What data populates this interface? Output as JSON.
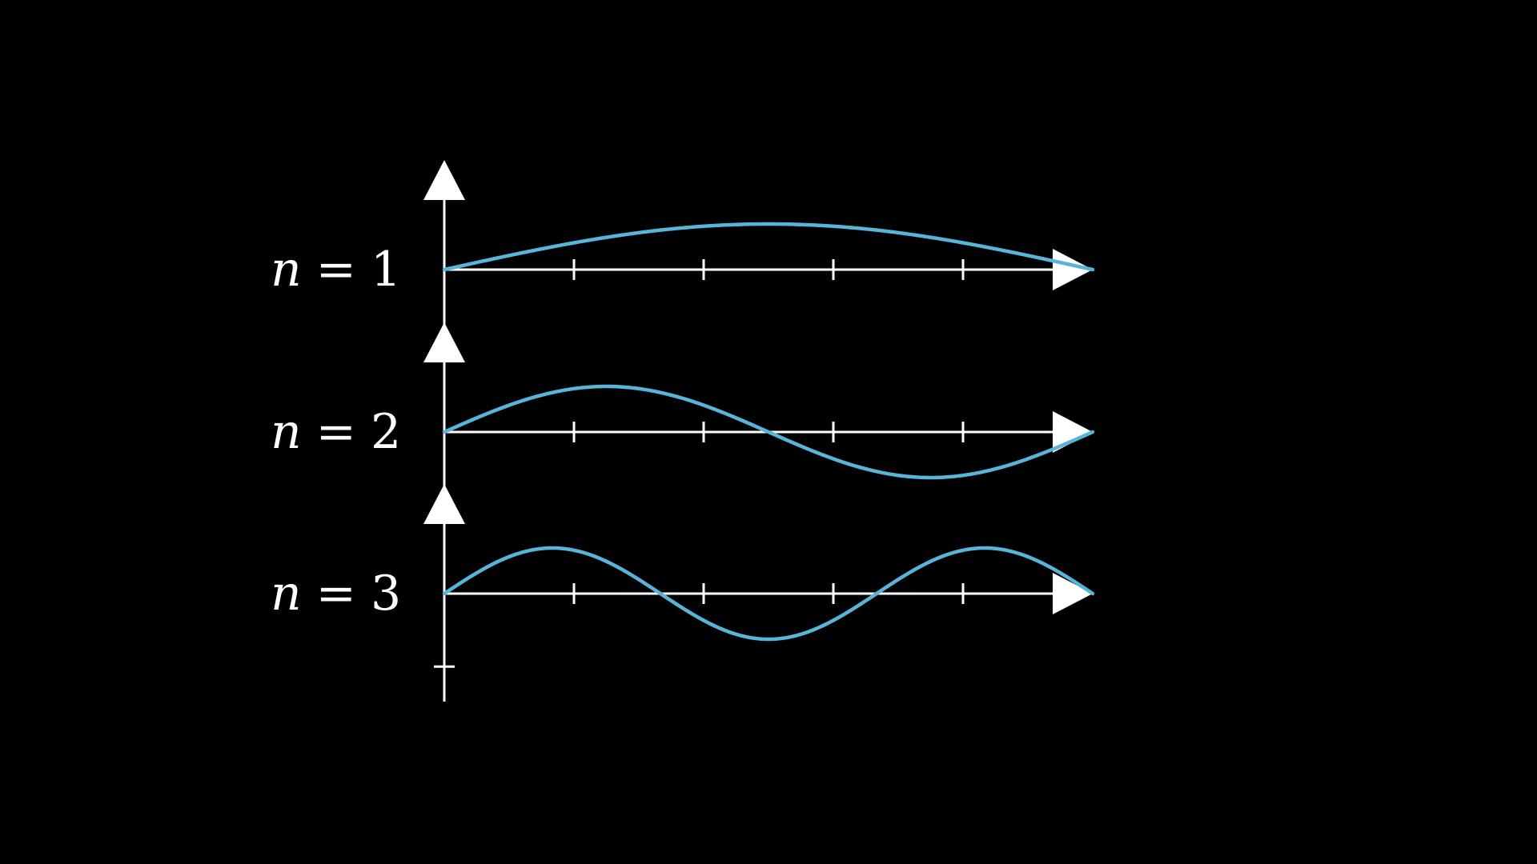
{
  "colors": {
    "background": "#000000",
    "axis": "#ffffff",
    "curve": "#58b4d8",
    "label": "#ffffff"
  },
  "chart_data": {
    "type": "line",
    "function": "sin(n*pi*x)",
    "x_range": [
      0,
      1
    ],
    "y_range": [
      -1,
      1
    ],
    "x_tick_count": 4,
    "y_ticks_visible": [
      -1
    ],
    "grid": false,
    "panels": [
      {
        "variable": "n",
        "operator": "=",
        "value": "1",
        "n": 1
      },
      {
        "variable": "n",
        "operator": "=",
        "value": "2",
        "n": 2
      },
      {
        "variable": "n",
        "operator": "=",
        "value": "3",
        "n": 3
      }
    ]
  }
}
